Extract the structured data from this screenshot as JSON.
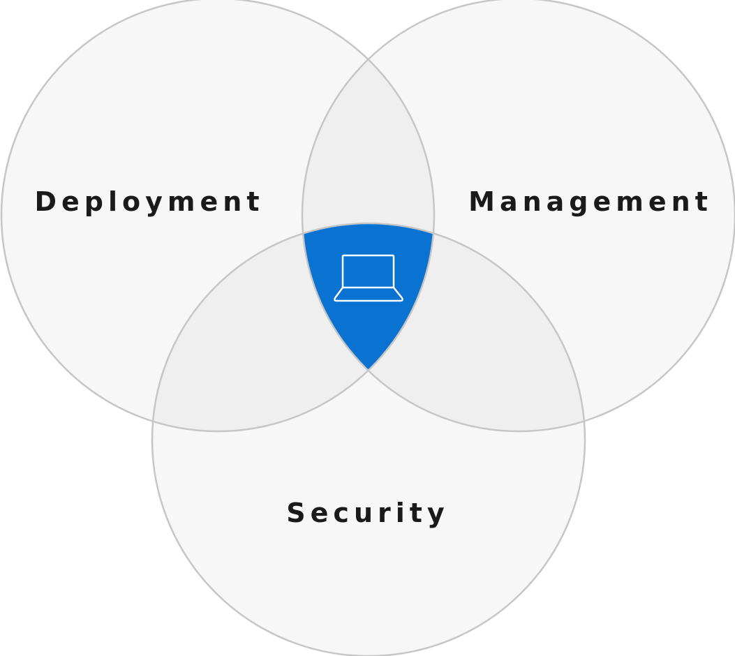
{
  "diagram": {
    "type": "venn",
    "sets": [
      {
        "id": "deployment",
        "label": "Deployment"
      },
      {
        "id": "management",
        "label": "Management"
      },
      {
        "id": "security",
        "label": "Security"
      }
    ],
    "center_icon": "laptop-icon",
    "colors": {
      "circle_fill": "#f7f7f7",
      "circle_stroke": "#c6c6c6",
      "overlap_fill": "#efefef",
      "center_fill": "#0a73d2",
      "label_text": "#1a1a1a",
      "icon_stroke": "#ffffff"
    }
  }
}
